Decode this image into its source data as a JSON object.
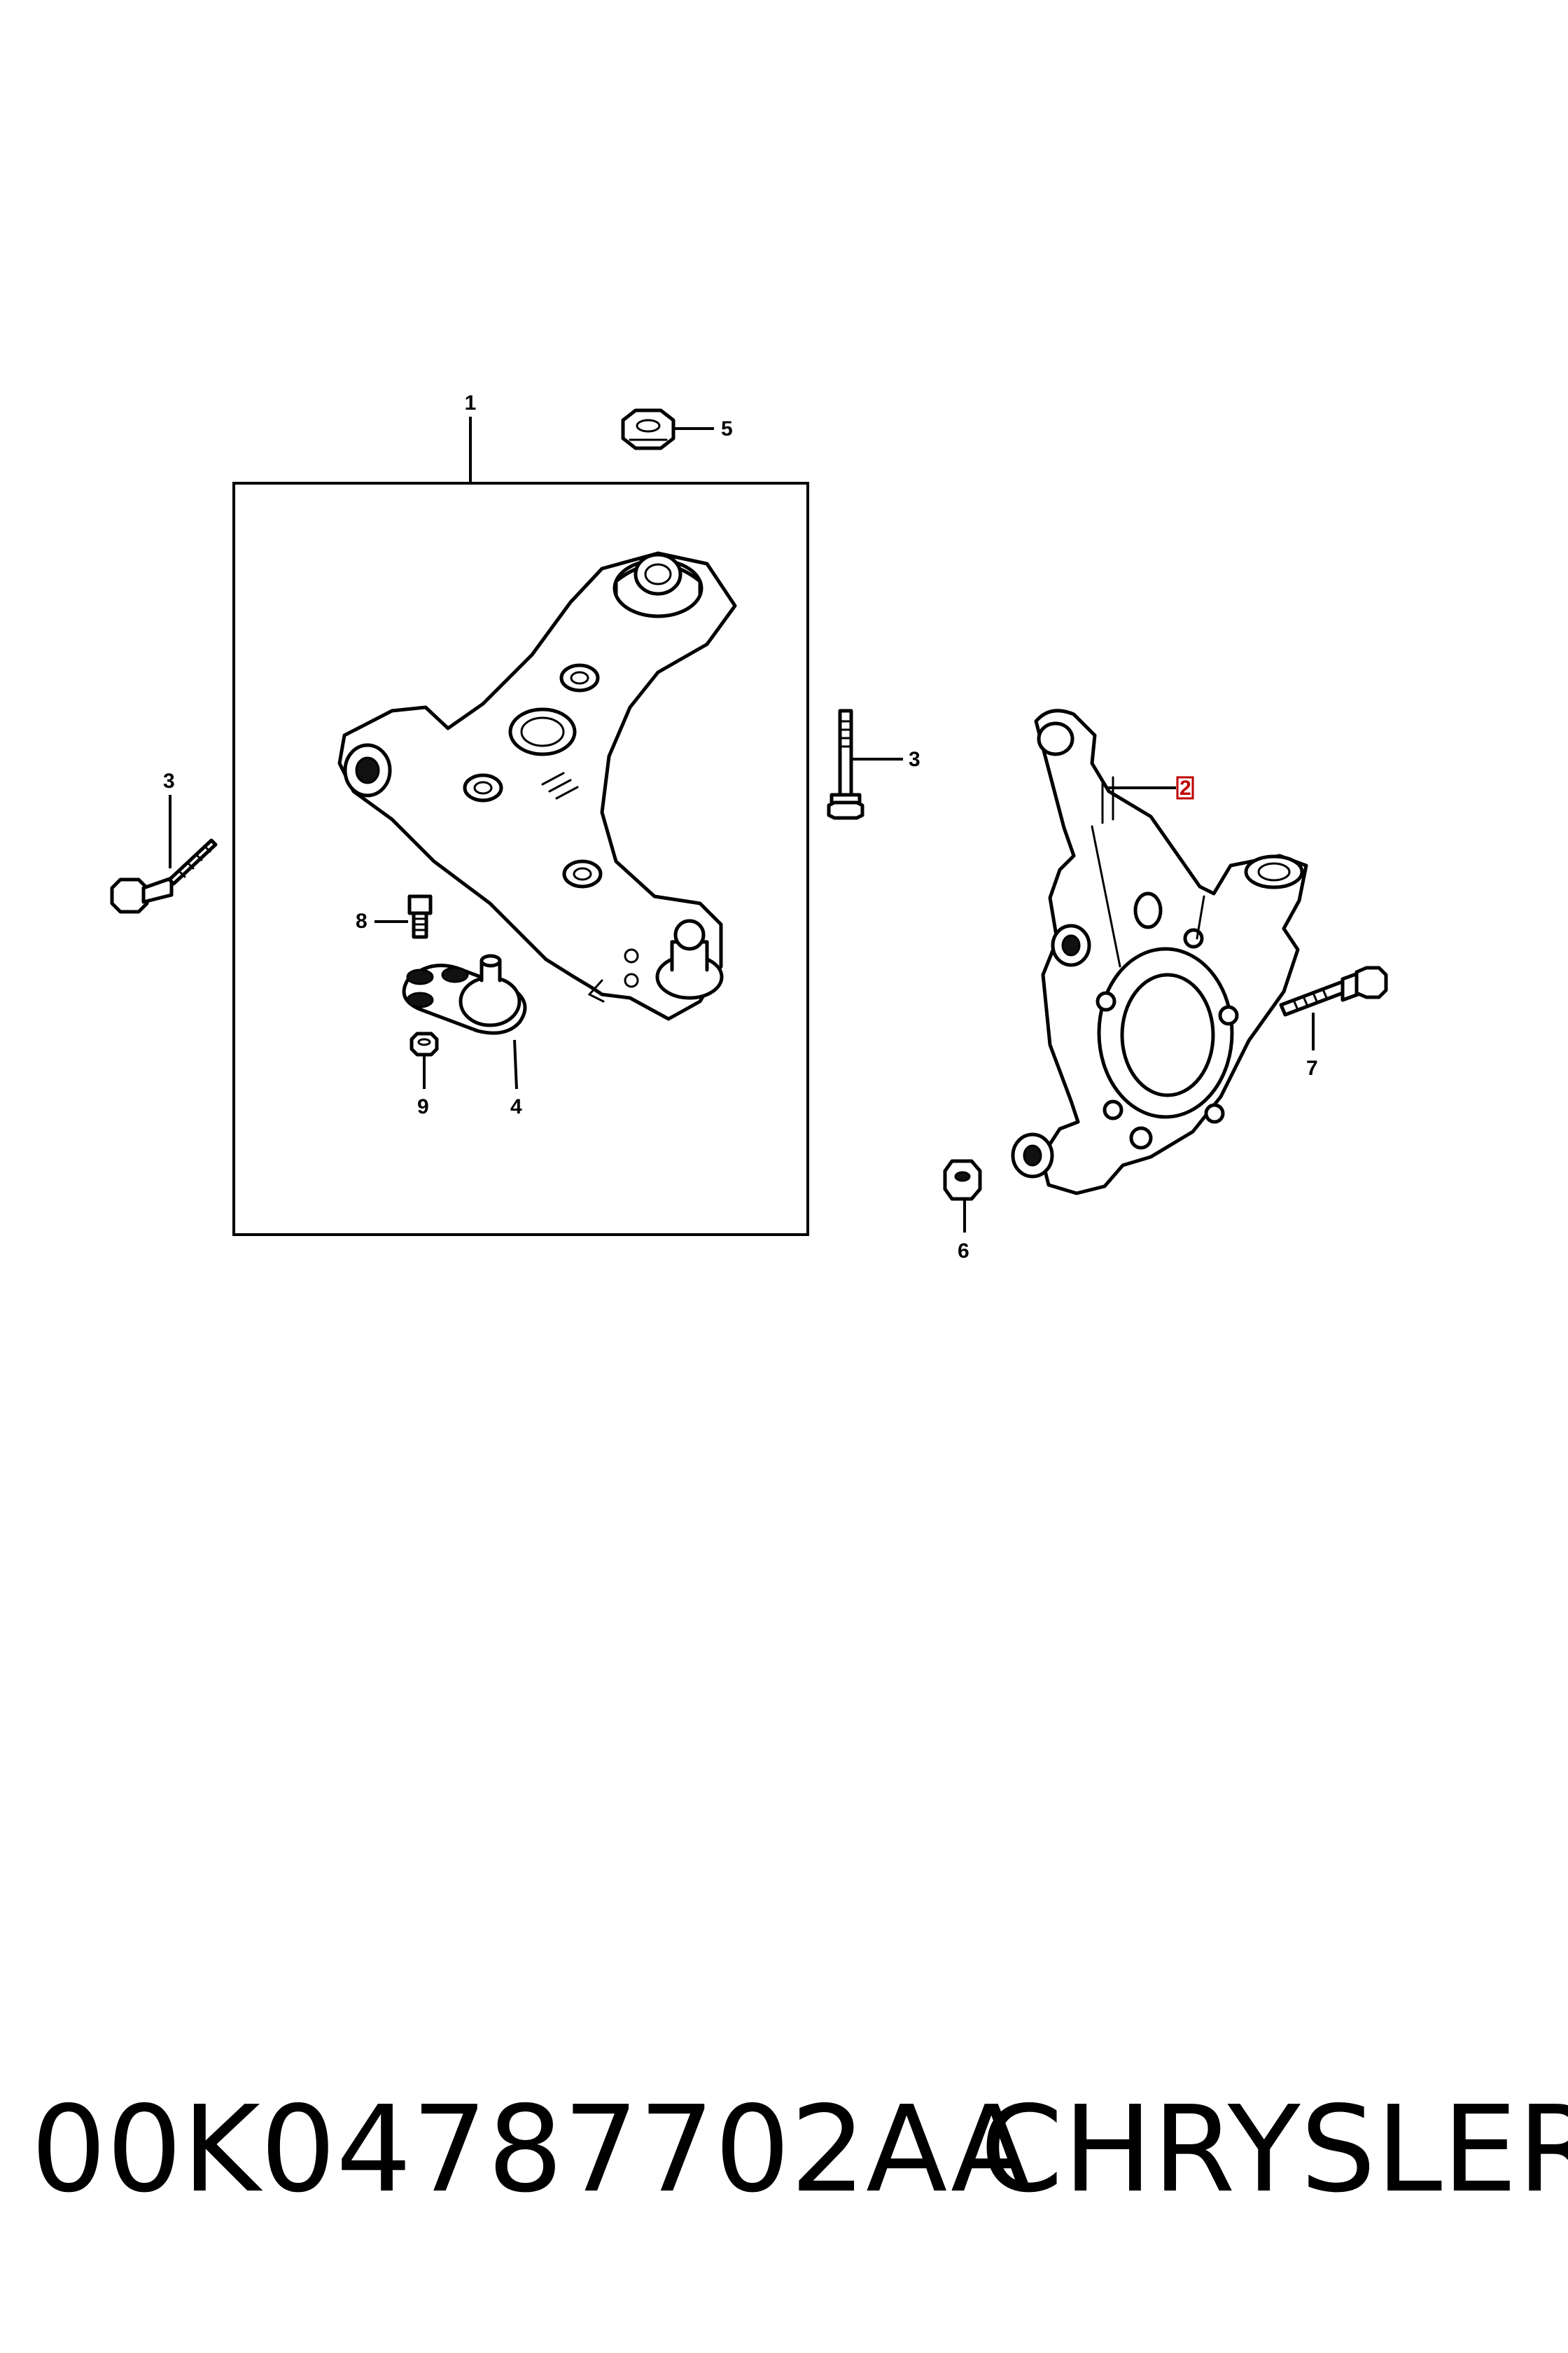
{
  "callouts": {
    "c1": "1",
    "c2": "2",
    "c3a": "3",
    "c3b": "3",
    "c4": "4",
    "c5": "5",
    "c6": "6",
    "c7": "7",
    "c8": "8",
    "c9": "9"
  },
  "highlight_color": "#c00000",
  "footer": {
    "part_number": "00K04787702AA",
    "brand": "CHRYSLER"
  }
}
